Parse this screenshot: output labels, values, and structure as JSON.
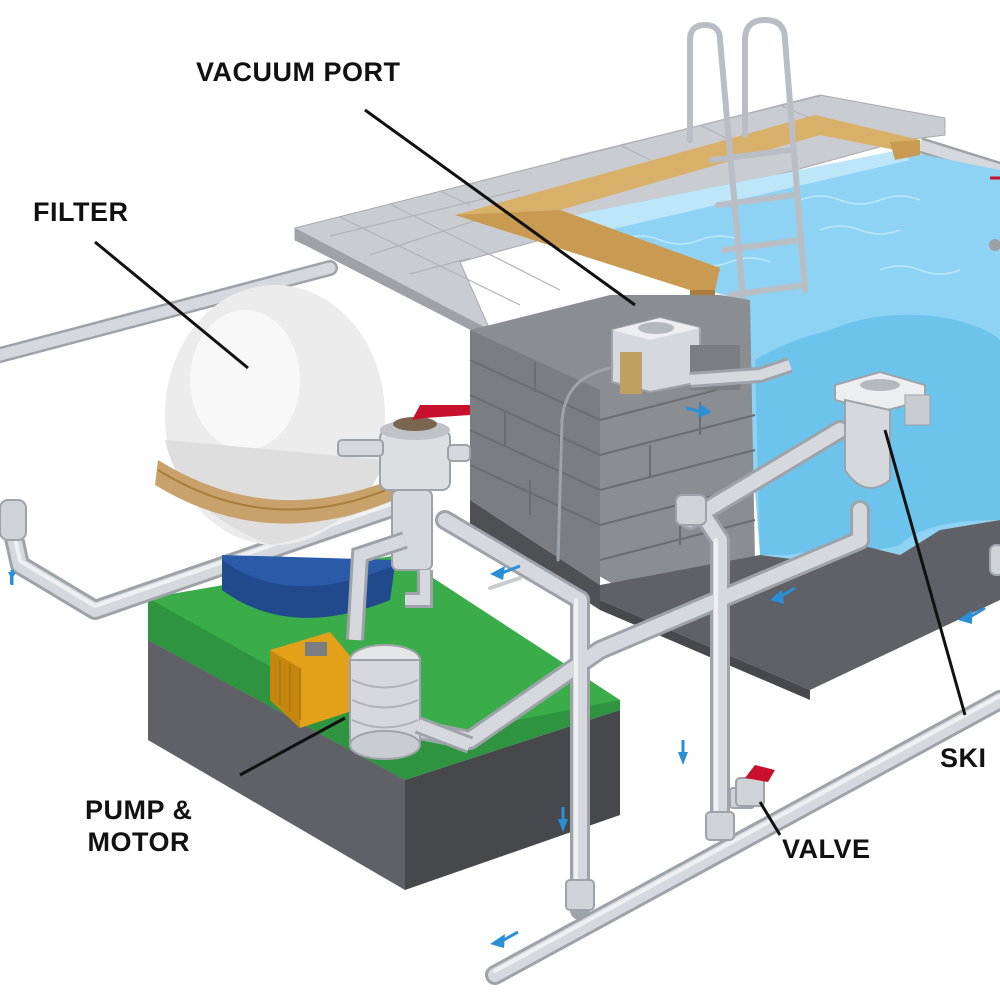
{
  "labels": {
    "vacuum_port": "VACUUM PORT",
    "filter": "FILTER",
    "pump_motor": "PUMP &\nMOTOR",
    "valve": "VALVE",
    "skimmer": "SKI"
  },
  "colors": {
    "water": "#8fd3f4",
    "water_deep": "#5bb8e8",
    "coping": "#d9b06a",
    "deck": "#c9ccd0",
    "block_wall": "#8a8d92",
    "pipe": "#d5d8dc",
    "pipe_shadow": "#9ea3a9",
    "filter_body": "#ececec",
    "filter_band": "#c8a26a",
    "filter_base": "#2a5aa8",
    "pad_green": "#3aad4a",
    "slab": "#5f6166",
    "motor": "#e3a11a",
    "valve_handle": "#c8102e",
    "flow_arrow": "#2a8fd6"
  },
  "icons": [
    "flow-arrow-icon",
    "valve-handle-icon",
    "ladder-icon"
  ]
}
